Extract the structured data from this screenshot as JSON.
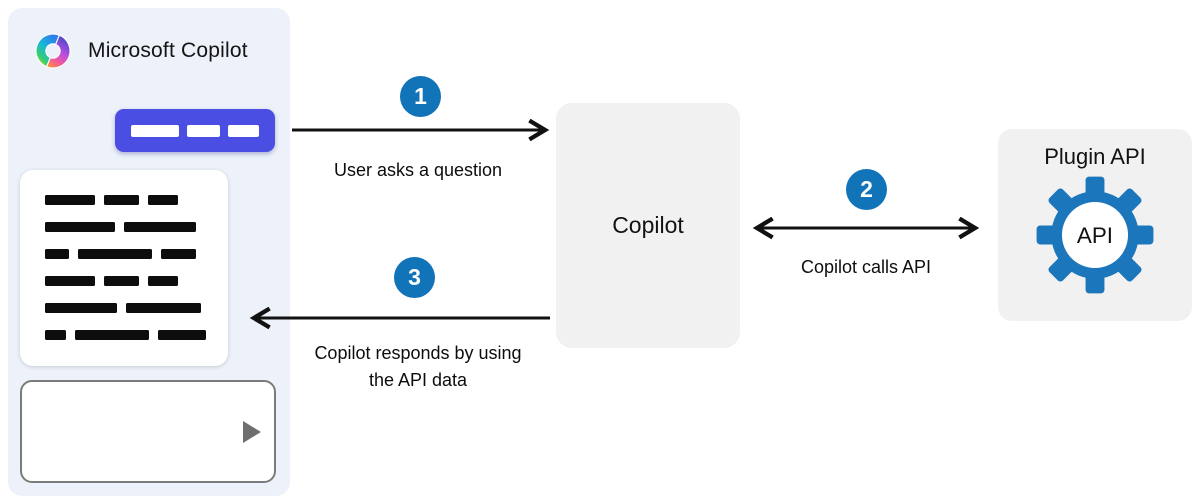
{
  "left_panel": {
    "app_name": "Microsoft Copilot",
    "prompt_bar_segments": [
      48,
      33,
      31
    ],
    "document_lines": [
      [
        50,
        35,
        30
      ],
      [
        70,
        72
      ],
      [
        24,
        74,
        35
      ],
      [
        50,
        35,
        30
      ],
      [
        72,
        75
      ],
      [
        21,
        74,
        48
      ]
    ]
  },
  "copilot_node": {
    "label": "Copilot"
  },
  "plugin_node": {
    "title": "Plugin API",
    "gear_label": "API"
  },
  "steps": [
    {
      "number": "1",
      "label": "User asks a question"
    },
    {
      "number": "2",
      "label": "Copilot calls API"
    },
    {
      "number": "3",
      "label": "Copilot responds by using",
      "label2": "the API data"
    }
  ],
  "icons": {
    "logo": "copilot-logo",
    "gear": "api-gear-icon",
    "send": "send-triangle-icon"
  },
  "colors": {
    "panel_bg": "#edf1f9",
    "prompt_purple": "#4b4ee2",
    "step_blue": "#1173b8",
    "node_bg": "#f1f1f1",
    "gear_blue": "#1c76bc",
    "arrow": "#111111",
    "text": "#111111",
    "input_border": "#7b7b7b",
    "send_triangle": "#6f6f6f"
  }
}
